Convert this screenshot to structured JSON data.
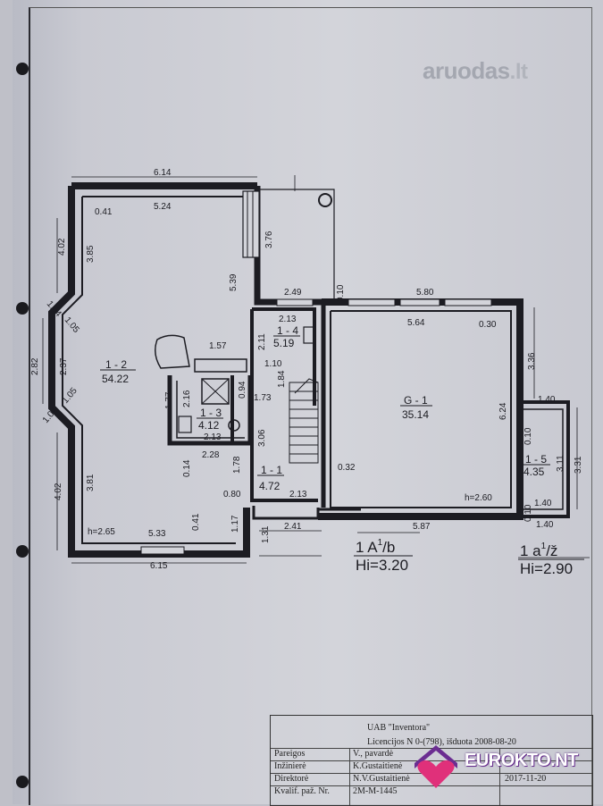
{
  "watermark_logo": {
    "text": "aruodas",
    "tld": ".lt"
  },
  "plan": {
    "dimensions": {
      "top_overall": "6.14",
      "top_left_room": "0.41",
      "top_room": "5.24",
      "left_outer_top": "4.02",
      "left_inner_top": "3.85",
      "hall_vertical": "3.76",
      "bay_upper_out": "1.04",
      "bay_upper_in": "1.05",
      "bay_outer": "2.82",
      "bay_inner": "2.37",
      "bay_lower_in": "1.05",
      "bay_lower_out": "1.04",
      "left_inner_bottom": "3.81",
      "left_outer_bottom": "4.02",
      "bottom_room": "5.33",
      "bottom_overall": "6.15",
      "bottom_wall": "0.41",
      "bottom_step": "1.17",
      "stair_width": "5.39",
      "vestibule_top": "2.49",
      "wall_thin": "0.10",
      "garage_top_outer": "5.80",
      "garage_top_inner": "5.64",
      "garage_right_gap": "0.30",
      "garage_right_upper": "3.36",
      "garage_height": "6.24",
      "room14_top": "2.13",
      "room14_side": "2.11",
      "room14_width": "1.10",
      "room14_height": "1.84",
      "kitchen_top": "1.57",
      "wc_side_left": "1.77",
      "wc_inner": "2.16",
      "wc_wall": "0.94",
      "wc_hall": "1.73",
      "wc_bottom_inner": "2.13",
      "wc_bottom_outer": "2.28",
      "wall_014": "0.14",
      "hall_height": "3.06",
      "hall_lower": "1.78",
      "hall_080": "0.80",
      "hall_bottom": "2.13",
      "garage_inner_gap": "0.32",
      "entry_side": "1.31",
      "entry_width": "2.41",
      "garage_bottom": "5.87",
      "storage_width_top": "1.40",
      "storage_wall": "0.10",
      "storage_inner": "3.11",
      "storage_outer": "3.31",
      "storage_width_bottom": "1.40",
      "storage_wall_bottom": "0.10",
      "storage_bottom": "1.40"
    },
    "rooms": [
      {
        "id": "1 - 2",
        "area": "54.22"
      },
      {
        "id": "1 - 4",
        "area": "5.19"
      },
      {
        "id": "1 - 3",
        "area": "4.12"
      },
      {
        "id": "1 - 1",
        "area": "4.72"
      },
      {
        "id": "G - 1",
        "area": "35.14"
      },
      {
        "id": "1 - 5",
        "area": "4.35"
      }
    ],
    "heights": {
      "living": "h=2.65",
      "garage": "h=2.60"
    },
    "levels": {
      "main": {
        "label": "1 A",
        "sup": "1",
        "suffix": "/b",
        "hi": "Hi=3.20"
      },
      "annex": {
        "label": "1 a",
        "sup": "1",
        "suffix": "/ž",
        "hi": "Hi=2.90"
      }
    }
  },
  "title_block": {
    "company": "UAB \"Inventora\"",
    "license": "Licencijos N",
    "license_tail": "0-(798), išduota 2008-08-20",
    "rows": [
      {
        "role": "Pareigos",
        "name": "V., pavardė",
        "date": ""
      },
      {
        "role": "Inžinierė",
        "name": "K.Gustaitienė",
        "date": ""
      },
      {
        "role": "Direktorė",
        "name": "N.V.Gustaitienė",
        "date": "2017-11-20"
      },
      {
        "role": "Kvalif. paž. Nr.",
        "name": "2M-M-1445",
        "date": ""
      }
    ]
  },
  "watermark_brand": {
    "text": "EUROKTO.NT"
  },
  "colors": {
    "paper": "#d3d4da",
    "ink": "#1c1c22",
    "logo_grey": "#a4a7b0",
    "brand_purple": "#6b2d91",
    "brand_pink": "#e0307a"
  }
}
